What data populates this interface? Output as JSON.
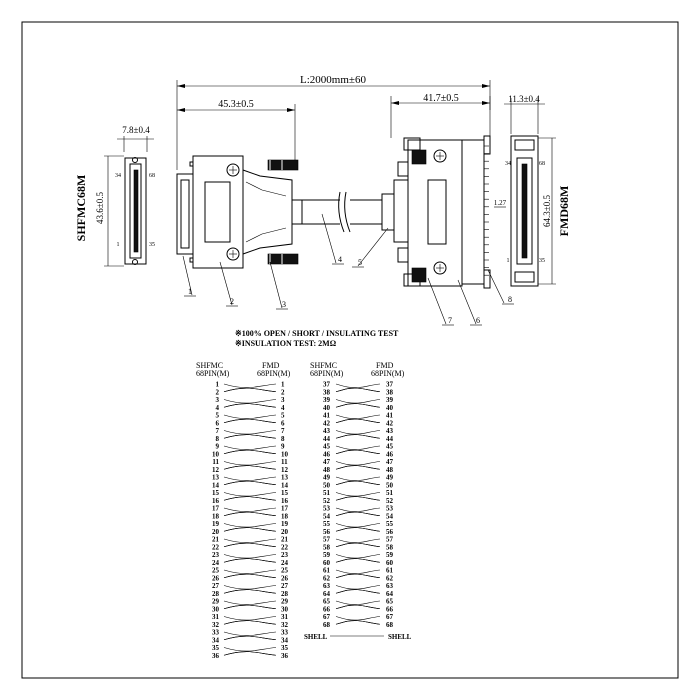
{
  "dimensions": {
    "length": "L:2000mm±60",
    "left_width": "45.3±0.5",
    "right_width": "41.7±0.5",
    "left_face_width": "7.8±0.4",
    "left_face_height": "43.6±0.5",
    "right_face_width": "11.3±0.4",
    "right_face_height": "64.3±0.5",
    "pitch": "1.27"
  },
  "connectors": {
    "left_name": "SHFMC68M",
    "right_name": "FMD68M",
    "left_pins": {
      "top_left": "34",
      "top_right": "68",
      "bottom_left": "1",
      "bottom_right": "35"
    },
    "right_pins": {
      "top_left": "34",
      "top_right": "68",
      "bottom_left": "1",
      "bottom_right": "35"
    }
  },
  "callouts": [
    "1",
    "2",
    "3",
    "4",
    "5",
    "6",
    "7",
    "8"
  ],
  "notes": [
    "※100% OPEN / SHORT / INSULATING TEST",
    "※INSULATION TEST: 2MΩ"
  ],
  "wiring": {
    "left_block": {
      "header_left": [
        "SHFMC",
        "68PIN(M)"
      ],
      "header_right": [
        "FMD",
        "68PIN(M)"
      ],
      "pins": [
        "1",
        "2",
        "3",
        "4",
        "5",
        "6",
        "7",
        "8",
        "9",
        "10",
        "11",
        "12",
        "13",
        "14",
        "15",
        "16",
        "17",
        "18",
        "19",
        "20",
        "21",
        "22",
        "23",
        "24",
        "25",
        "26",
        "27",
        "28",
        "29",
        "30",
        "31",
        "32",
        "33",
        "34",
        "35",
        "36"
      ]
    },
    "right_block": {
      "header_left": [
        "SHFMC",
        "68PIN(M)"
      ],
      "header_right": [
        "FMD",
        "68PIN(M)"
      ],
      "pins": [
        "37",
        "38",
        "39",
        "40",
        "41",
        "42",
        "43",
        "44",
        "45",
        "46",
        "47",
        "48",
        "49",
        "50",
        "51",
        "52",
        "53",
        "54",
        "55",
        "56",
        "57",
        "58",
        "59",
        "60",
        "61",
        "62",
        "63",
        "64",
        "65",
        "66",
        "67",
        "68"
      ]
    },
    "shell_left": "SHELL",
    "shell_right": "SHELL"
  },
  "colors": {
    "line": "#000000",
    "background": "#ffffff"
  }
}
